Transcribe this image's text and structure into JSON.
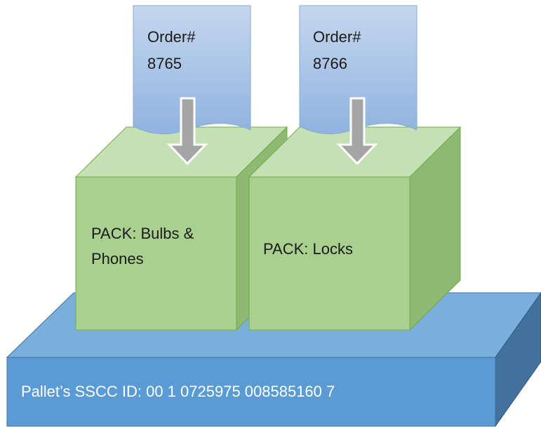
{
  "orders": [
    {
      "line1": "Order#",
      "line2": "8765"
    },
    {
      "line1": "Order#",
      "line2": "8766"
    }
  ],
  "packs": [
    {
      "line1": "PACK: Bulbs &",
      "line2": "Phones"
    },
    {
      "line1": "PACK: Locks"
    }
  ],
  "pallet": {
    "label": "Pallet’s SSCC ID: 00 1 0725975 008585160 7"
  },
  "colors": {
    "pallet_top": "#7aaedb",
    "pallet_front": "#5b9bd5",
    "pallet_side": "#41719c",
    "box_front": "#a9d08e",
    "box_top": "#c5e0b4",
    "box_side": "#8fb873",
    "box_stroke": "#70ad47",
    "doc_fill": "#a9c4e6",
    "arrow": "#a5a5a5"
  }
}
